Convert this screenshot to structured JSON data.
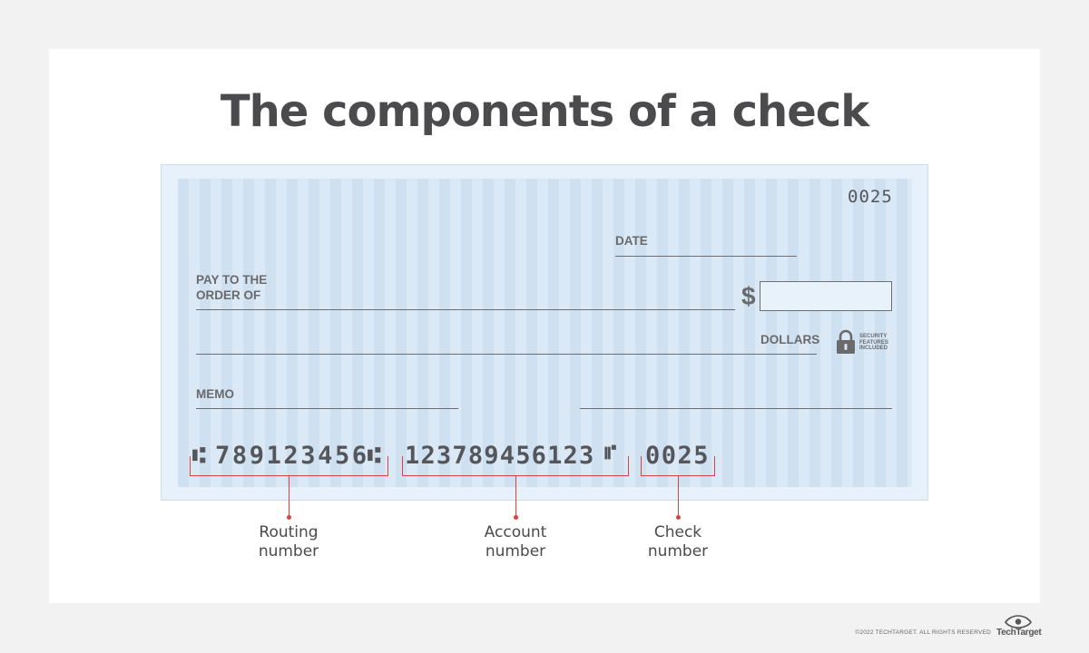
{
  "title": "The components of a check",
  "check": {
    "check_number_top": "0025",
    "date_label": "DATE",
    "pay_to_line1": "PAY TO THE",
    "pay_to_line2": "ORDER OF",
    "dollar_sign": "$",
    "dollars_label": "DOLLARS",
    "security_line1": "SECURITY",
    "security_line2": "FEATURES",
    "security_line3": "INCLUDED",
    "memo_label": "MEMO",
    "micr": {
      "routing_symbol_left": "⑆",
      "routing": "789123456",
      "routing_symbol_right": "⑆",
      "account": "123789456123",
      "account_symbol": "⑈",
      "check_number": "0025"
    }
  },
  "callouts": {
    "routing_line1": "Routing",
    "routing_line2": "number",
    "account_line1": "Account",
    "account_line2": "number",
    "check_line1": "Check",
    "check_line2": "number"
  },
  "footer": {
    "copyright": "©2022 TECHTARGET. ALL RIGHTS RESERVED",
    "brand": "TechTarget"
  },
  "colors": {
    "accent": "#d64541",
    "text": "#4b4b4d",
    "check_bg": "#d5e5f3"
  }
}
